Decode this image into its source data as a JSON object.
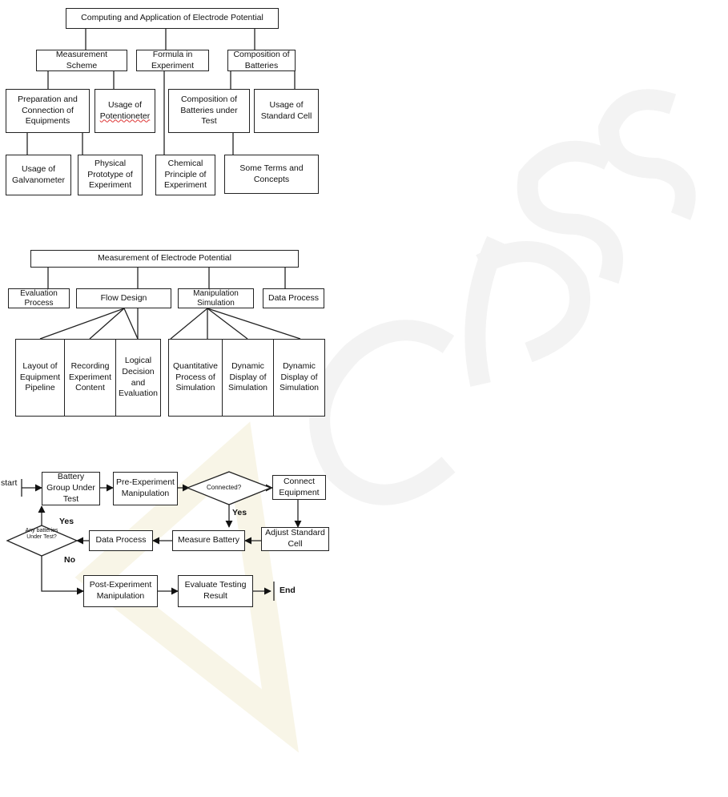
{
  "diagram1": {
    "root": "Computing and Application of Electrode Potential",
    "measurement_scheme": "Measurement Scheme",
    "formula": "Formula in Experiment",
    "composition": "Composition of Batteries",
    "preparation": "Preparation and Connection of Equipments",
    "potentioneter": "Usage of Potentioneter",
    "composition_test": "Composition of Batteries under Test",
    "standard_cell": "Usage of Standard Cell",
    "galvanometer": "Usage of Galvanometer",
    "prototype": "Physical Prototype of Experiment",
    "chemical": "Chemical Principle of Experiment",
    "terms": "Some Terms and Concepts"
  },
  "diagram2": {
    "root": "Measurement of Electrode Potential",
    "evaluation_process": "Evaluation Process",
    "flow_design": "Flow Design",
    "manipulation_sim": "Manipulation Simulation",
    "data_process": "Data Process",
    "layout": "Layout of Equipment Pipeline",
    "recording": "Recording Experiment Content",
    "logical": "Logical Decision and Evaluation",
    "quantitative": "Quantitative Process of Simulation",
    "dynamic1": "Dynamic Display of Simulation",
    "dynamic2": "Dynamic Display of Simulation"
  },
  "flowchart": {
    "start": "start",
    "battery_group": "Battery Group Under Test",
    "pre_manip": "Pre-Experiment Manipulation",
    "connected": "Connected?",
    "connect_equipment": "Connect Equipment",
    "yes1": "Yes",
    "adjust": "Adjust Standard Cell",
    "measure": "Measure Battery",
    "data_process": "Data Process",
    "any_batteries": "Any batteries Under Test?",
    "yes2": "Yes",
    "no": "No",
    "post_manip": "Post-Experiment Manipulation",
    "evaluate": "Evaluate Testing Result",
    "end": "End"
  }
}
